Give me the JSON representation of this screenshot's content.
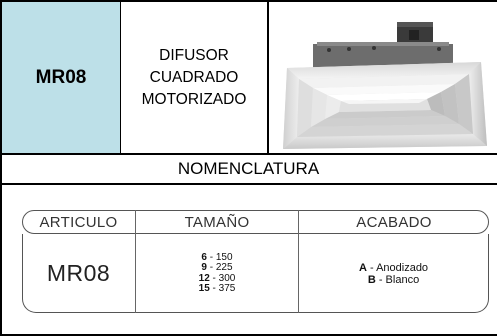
{
  "product": {
    "code": "MR08",
    "description_lines": [
      "DIFUSOR",
      "CUADRADO",
      "MOTORIZADO"
    ],
    "code_cell_color": "#bde0e8"
  },
  "photo": {
    "icon": "square-diffuser-photo"
  },
  "section_title": "NOMENCLATURA",
  "nomenclature": {
    "headers": [
      "ARTICULO",
      "TAMAÑO",
      "ACABADO"
    ],
    "article": "MR08",
    "sizes": [
      {
        "key": "6",
        "value": "150"
      },
      {
        "key": "9",
        "value": "225"
      },
      {
        "key": "12",
        "value": "300"
      },
      {
        "key": "15",
        "value": "375"
      }
    ],
    "finishes": [
      {
        "key": "A",
        "value": "Anodizado"
      },
      {
        "key": "B",
        "value": "Blanco"
      }
    ]
  }
}
